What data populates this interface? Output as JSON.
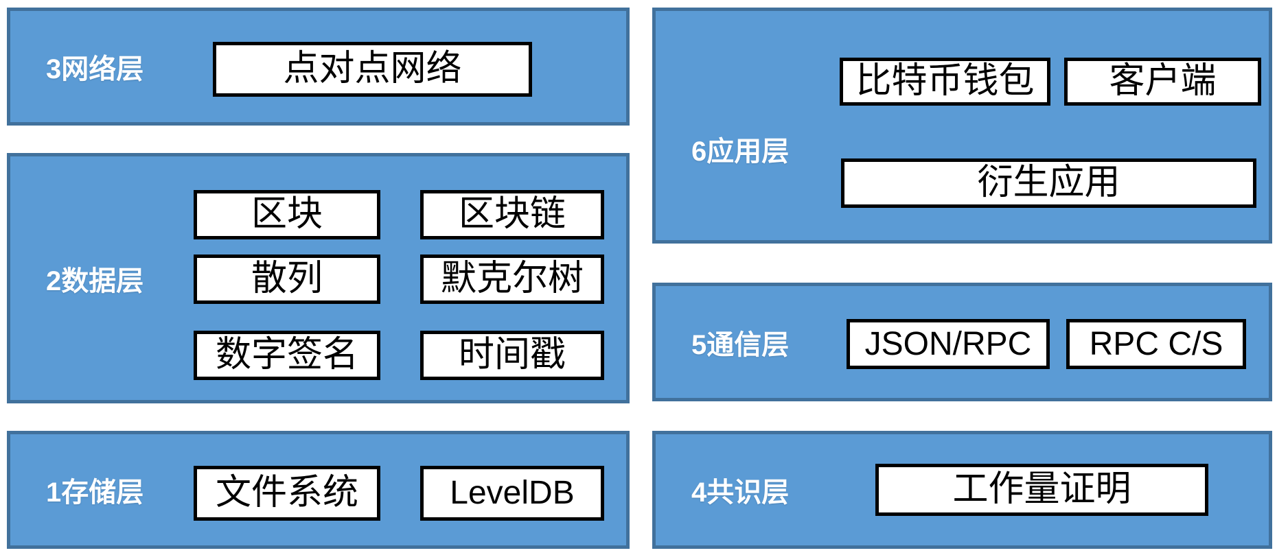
{
  "colors": {
    "panel_fill": "#5b9bd5",
    "panel_border": "#41719c",
    "box_fill": "#ffffff",
    "box_border": "#000000",
    "label_text": "#ffffff",
    "box_text": "#000000"
  },
  "panels": {
    "network": {
      "label": "3网络层",
      "boxes": [
        {
          "label": "点对点网络"
        }
      ]
    },
    "data": {
      "label": "2数据层",
      "boxes": [
        {
          "label": "区块"
        },
        {
          "label": "区块链"
        },
        {
          "label": "散列"
        },
        {
          "label": "默克尔树"
        },
        {
          "label": "数字签名"
        },
        {
          "label": "时间戳"
        }
      ]
    },
    "storage": {
      "label": "1存储层",
      "boxes": [
        {
          "label": "文件系统"
        },
        {
          "label": "LevelDB"
        }
      ]
    },
    "app": {
      "label": "6应用层",
      "boxes": [
        {
          "label": "比特币钱包"
        },
        {
          "label": "客户端"
        },
        {
          "label": "衍生应用"
        }
      ]
    },
    "comm": {
      "label": "5通信层",
      "boxes": [
        {
          "label": "JSON/RPC"
        },
        {
          "label": "RPC C/S"
        }
      ]
    },
    "consensus": {
      "label": "4共识层",
      "boxes": [
        {
          "label": "工作量证明"
        }
      ]
    }
  }
}
